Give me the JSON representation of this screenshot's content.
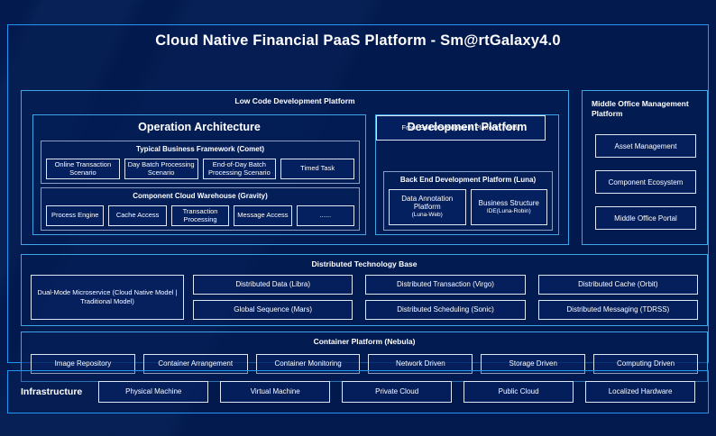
{
  "page": {
    "title": "Cloud Native Financial PaaS Platform - Sm@rtGalaxy4.0",
    "accent_color": "#2196f3",
    "panel_border_color": "#3ca6e8",
    "chip_border_color": "#dfe6f3",
    "background_color": "#021a4d"
  },
  "low_code": {
    "title": "Low Code Development Platform",
    "operation_architecture": {
      "title": "Operation Architecture",
      "typical_business_framework": {
        "title": "Typical Business Framework (Comet)",
        "items": [
          "Online Transaction Scenario",
          "Day Batch Processing Scenario",
          "End-of-Day Batch Processing Scenario",
          "Timed Task"
        ]
      },
      "component_cloud_warehouse": {
        "title": "Component Cloud Warehouse (Gravity)",
        "items": [
          "Process Engine",
          "Cache Access",
          "Transaction Processing",
          "Message Access",
          "......"
        ]
      }
    },
    "development_platform": {
      "title": "Development Platform",
      "front_end": "Front End Development Platform (Vela)",
      "back_end": {
        "title": "Back End Development Platform (Luna)",
        "items": [
          {
            "main": "Data Annotation Platform",
            "sub": "(Luna-Web)"
          },
          {
            "main": "Business Structure",
            "sub": "IDE(Luna-Robin)"
          }
        ]
      }
    }
  },
  "middle_office": {
    "title": "Middle Office Management Platform",
    "items": [
      "Asset Management",
      "Component Ecosystem",
      "Middle Office Portal"
    ]
  },
  "distributed_technology_base": {
    "title": "Distributed Technology Base",
    "dual_mode": "Dual-Mode Microservice (Cloud Native Model | Traditional Model)",
    "items": [
      "Distributed Data (Libra)",
      "Distributed Transaction (Virgo)",
      "Distributed Cache (Orbit)",
      "Global Sequence (Mars)",
      "Distributed Scheduling (Sonic)",
      "Distributed Messaging (TDRSS)"
    ]
  },
  "container_platform": {
    "title": "Container Platform (Nebula)",
    "items": [
      "Image Repository",
      "Container Arrangement",
      "Container Monitoring",
      "Network Driven",
      "Storage Driven",
      "Computing Driven"
    ]
  },
  "infrastructure": {
    "label": "Infrastructure",
    "items": [
      "Physical Machine",
      "Virtual Machine",
      "Private Cloud",
      "Public Cloud",
      "Localized Hardware"
    ]
  }
}
